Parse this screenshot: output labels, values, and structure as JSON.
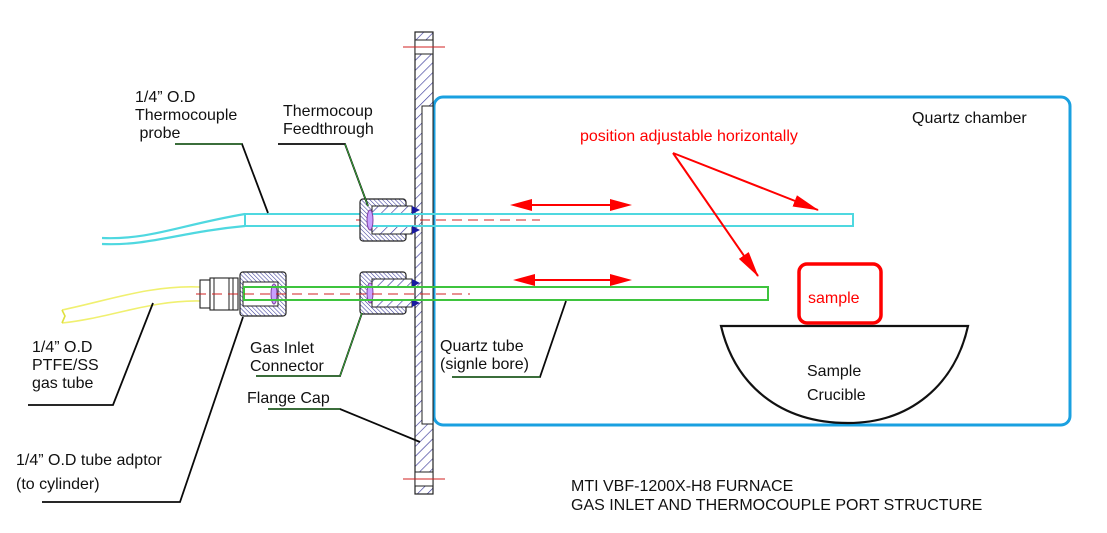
{
  "diagram": {
    "title_line1": "MTI VBF-1200X-H8 FURNACE",
    "title_line2": "GAS INLET AND THERMOCOUPLE PORT STRUCTURE",
    "labels": {
      "thermocouple_probe": [
        "1/4” O.D",
        "Thermocouple",
        " probe"
      ],
      "thermocouple_feedthrough": [
        "Thermocoup",
        "Feedthrough"
      ],
      "ptfe_tube": [
        "1/4” O.D",
        "PTFE/SS",
        "gas tube"
      ],
      "tube_adaptor": [
        "1/4” O.D tube adptor",
        "(to cylinder)"
      ],
      "gas_inlet_connector": [
        "Gas Inlet",
        "Connector"
      ],
      "flange_cap": "Flange Cap",
      "quartz_tube": [
        "Quartz tube",
        "(signle bore)"
      ],
      "quartz_chamber": "Quartz chamber",
      "position_note": "position adjustable horizontally",
      "sample": "sample",
      "sample_crucible": [
        "Sample",
        "Crucible"
      ]
    },
    "colors": {
      "thermocouple": "#4fd8e0",
      "quartz_tube": "#3ec43e",
      "chamber": "#1aa0e0",
      "annotation": "#ff0000",
      "gas_tube": "#f0f070",
      "hatch": "#3a3a9a",
      "leader": "#000000"
    }
  }
}
